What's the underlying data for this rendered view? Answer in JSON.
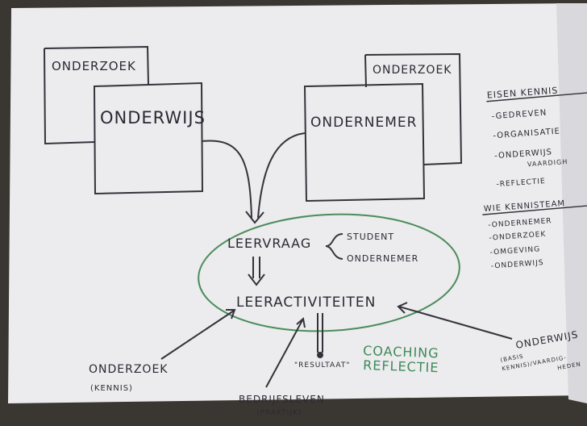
{
  "boxes": {
    "onderzoek_left": "ONDERZOEK",
    "onderwijs": "ONDERWIJS",
    "onderzoek_right": "ONDERZOEK",
    "ondernemer": "ONDERNEMER"
  },
  "center": {
    "leervraag": "LEERVRAAG",
    "student": "STUDENT",
    "ondernemer": "ONDERNEMER",
    "leeractiviteiten": "LEERACTIVITEITEN"
  },
  "bottom": {
    "onderzoek": "ONDERZOEK",
    "kennis": "(KENNIS)",
    "bedrijfsleven": "BEDRIJFSLEVEN",
    "praktijk": "(PRAKTIJK)",
    "resultaat": "\"RESULTAAT\"",
    "coaching": "COACHING",
    "reflectie": "REFLECTIE",
    "onderwijs": "ONDERWIJS",
    "onderwijs_sub1": "(BASIS",
    "onderwijs_sub2": "KENNIS)/VAARDIG-",
    "onderwijs_sub3": "HEDEN"
  },
  "eisen": {
    "title": "EISEN KENNIS",
    "items": [
      "-GEDREVEN",
      "-ORGANISATIE",
      "-ONDERWIJS",
      "VAARDIGH",
      "-REFLECTIE"
    ]
  },
  "kennisteam": {
    "title": "WIE KENNISTEAM",
    "items": [
      "-ONDERNEMER",
      "-ONDERZOEK",
      "-OMGEVING",
      "-ONDERWIJS"
    ]
  },
  "colors": {
    "paper": "#ecebed",
    "ink": "#2a2a35",
    "green": "#3d8a5a"
  }
}
